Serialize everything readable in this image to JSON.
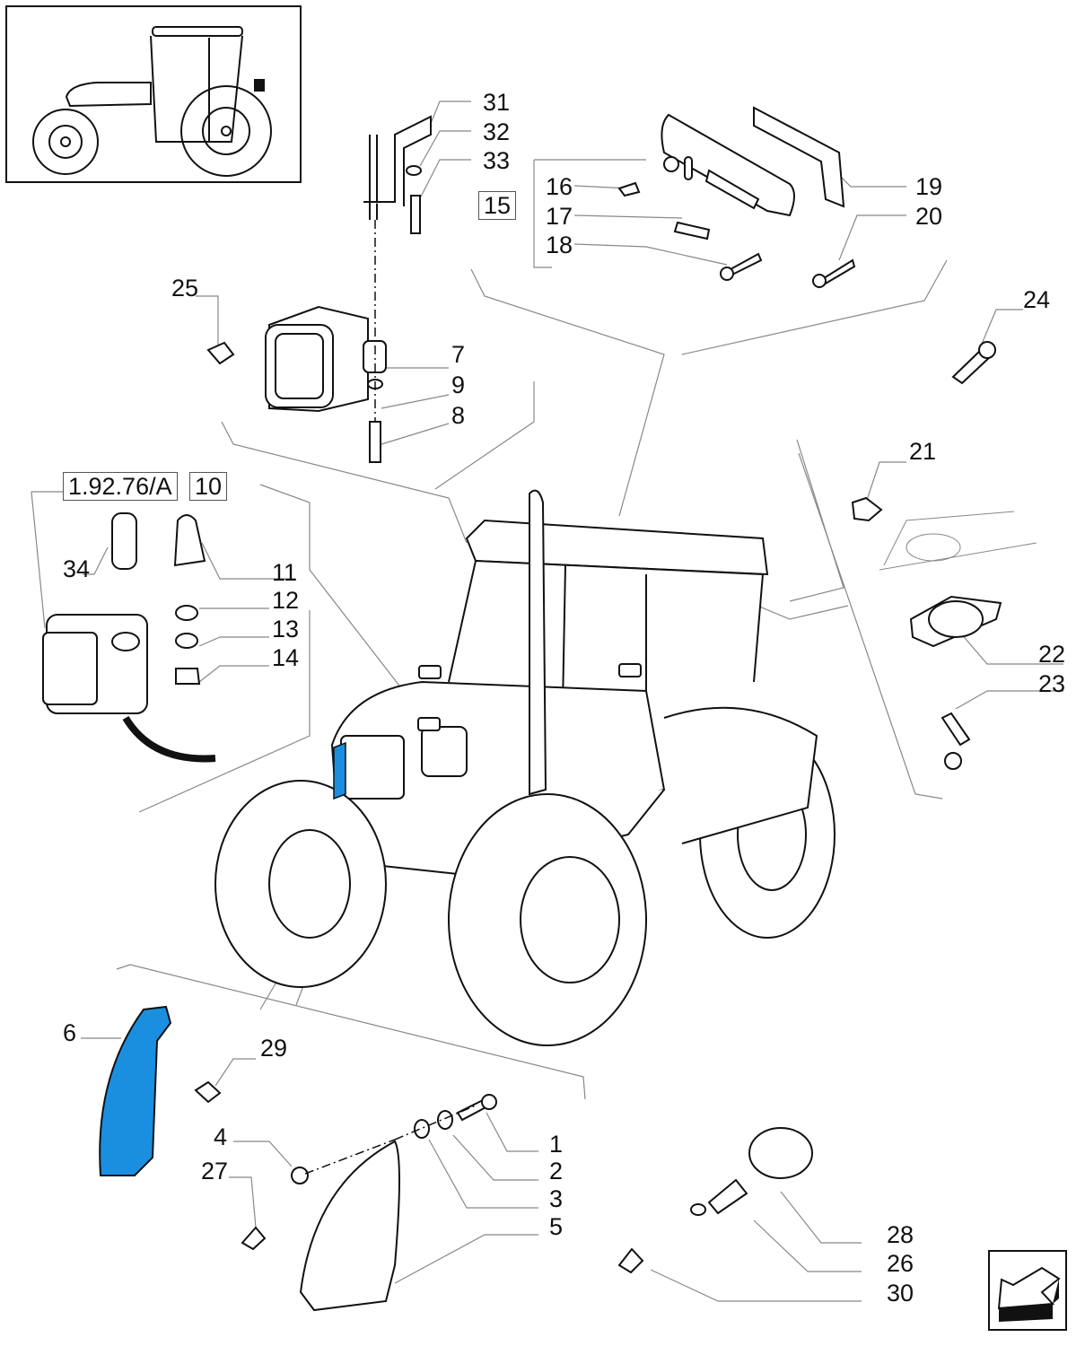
{
  "diagram": {
    "subject": "Tractor lighting parts exploded view",
    "highlight_color": "#1a8fe0",
    "line_color": "#111111",
    "leader_color": "#888888"
  },
  "inset": {
    "icon": "tractor-side-view-icon"
  },
  "reference_boxes": {
    "ref_group": "1.92.76/A",
    "item_10": "10",
    "item_15": "15"
  },
  "callouts": {
    "c1": "1",
    "c2": "2",
    "c3": "3",
    "c4": "4",
    "c5": "5",
    "c6": "6",
    "c7": "7",
    "c8": "8",
    "c9": "9",
    "c11": "11",
    "c12": "12",
    "c13": "13",
    "c14": "14",
    "c16": "16",
    "c17": "17",
    "c18": "18",
    "c19": "19",
    "c20": "20",
    "c21": "21",
    "c22": "22",
    "c23": "23",
    "c24": "24",
    "c25": "25",
    "c26": "26",
    "c27": "27",
    "c28": "28",
    "c29": "29",
    "c30": "30",
    "c31": "31",
    "c32": "32",
    "c33": "33",
    "c34": "34"
  },
  "nav": {
    "icon": "next-page-arrow-icon"
  }
}
